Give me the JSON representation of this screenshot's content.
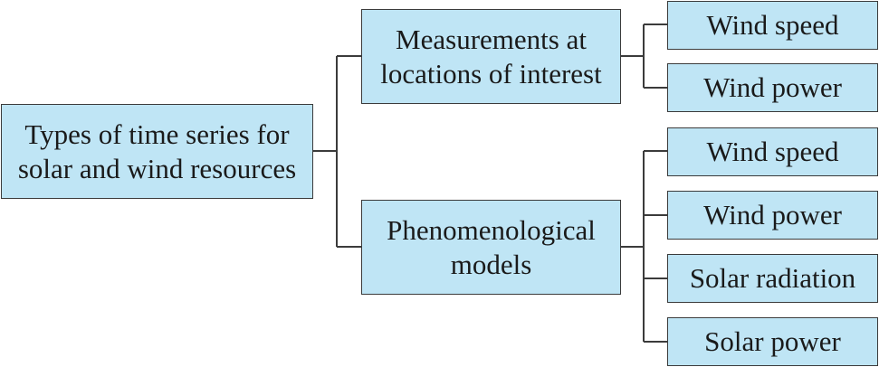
{
  "diagram": {
    "root": {
      "line1": "Types of time series for",
      "line2": "solar and wind resources"
    },
    "branch_measurements": {
      "line1": "Measurements at",
      "line2": "locations of interest",
      "leaves": [
        "Wind speed",
        "Wind power"
      ]
    },
    "branch_models": {
      "line1": "Phenomenological",
      "line2": "models",
      "leaves": [
        "Wind speed",
        "Wind power",
        "Solar radiation",
        "Solar power"
      ]
    }
  },
  "colors": {
    "box_fill": "#bfe5f5",
    "box_border": "#3b3b3b",
    "connector": "#3b3b3b"
  }
}
